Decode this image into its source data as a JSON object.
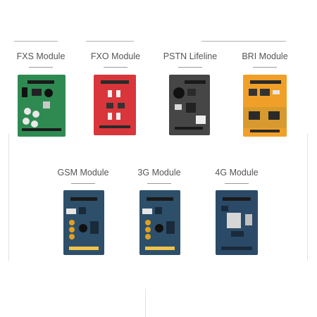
{
  "modules": [
    {
      "id": "fxs",
      "label": "FXS Module",
      "board_color": "#2f8a52"
    },
    {
      "id": "fxo",
      "label": "FXO Module",
      "board_color": "#d8363b"
    },
    {
      "id": "pstn",
      "label": "PSTN Lifeline",
      "board_color": "#464646"
    },
    {
      "id": "bri",
      "label": "BRI Module",
      "board_color": "#f0a028"
    },
    {
      "id": "gsm",
      "label": "GSM Module",
      "board_color": "#2d4f6a"
    },
    {
      "id": "3g",
      "label": "3G Module",
      "board_color": "#2d4f6a"
    },
    {
      "id": "4g",
      "label": "4G Module",
      "board_color": "#2a4a68"
    }
  ]
}
